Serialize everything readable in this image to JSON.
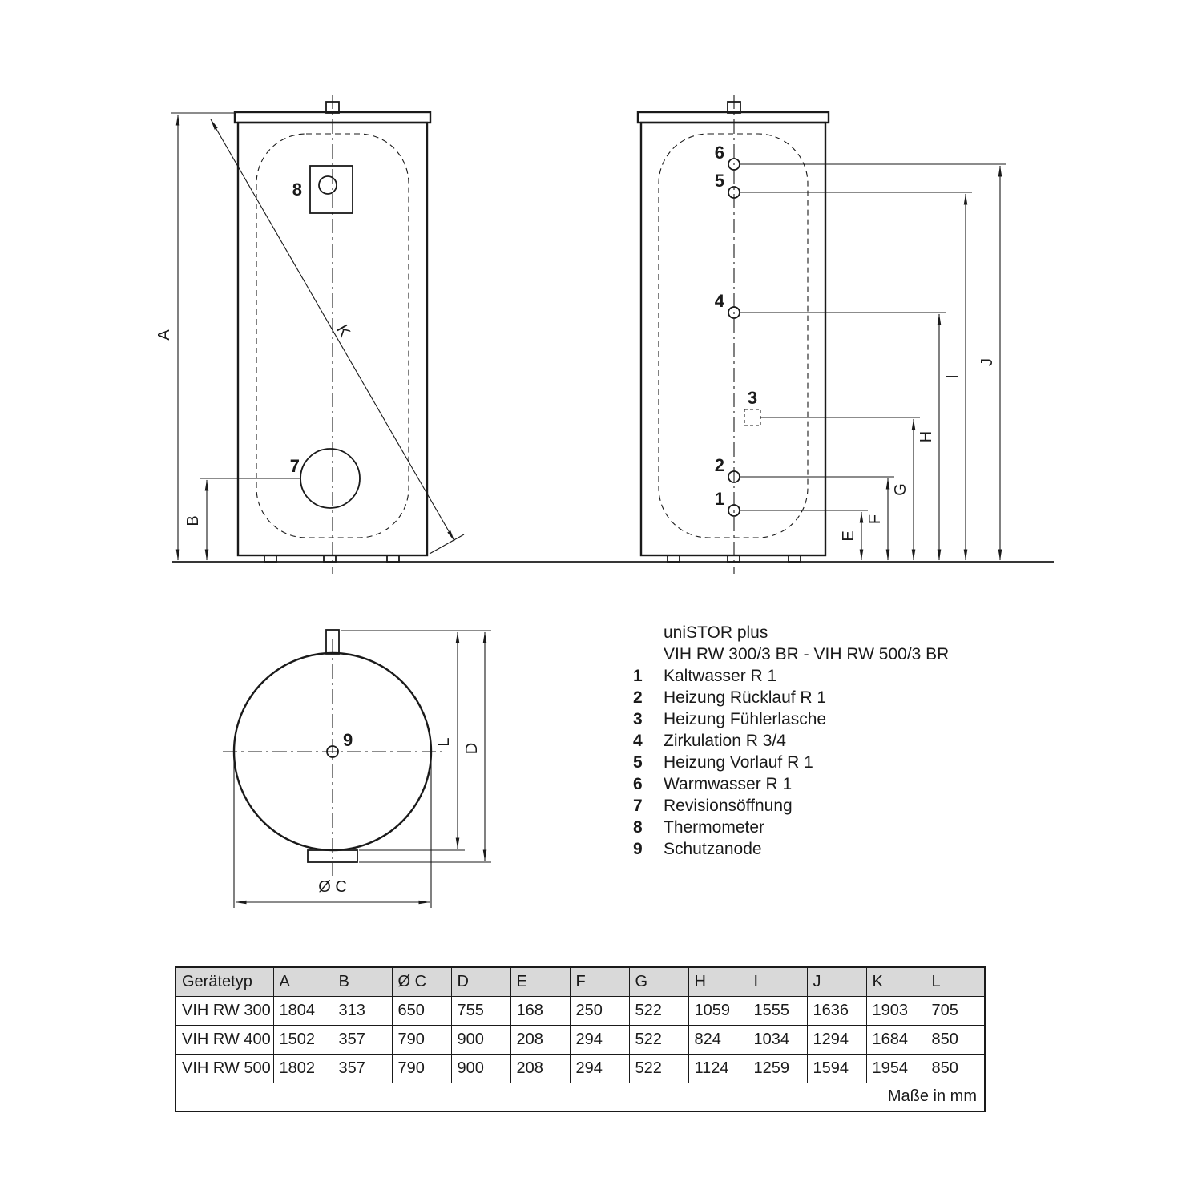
{
  "legend": {
    "title1": "uniSTOR plus",
    "title2": "VIH RW 300/3 BR - VIH RW 500/3 BR",
    "items": [
      {
        "num": "1",
        "label": "Kaltwasser R 1"
      },
      {
        "num": "2",
        "label": "Heizung Rücklauf R 1"
      },
      {
        "num": "3",
        "label": "Heizung Fühlerlasche"
      },
      {
        "num": "4",
        "label": "Zirkulation R 3/4"
      },
      {
        "num": "5",
        "label": "Heizung Vorlauf R 1"
      },
      {
        "num": "6",
        "label": "Warmwasser R 1"
      },
      {
        "num": "7",
        "label": "Revisionsöffnung"
      },
      {
        "num": "8",
        "label": "Thermometer"
      },
      {
        "num": "9",
        "label": "Schutzanode"
      }
    ]
  },
  "drawing": {
    "front_view": {
      "dims": {
        "A": "A",
        "B": "B",
        "K": "K"
      },
      "callouts": {
        "c7": "7",
        "c8": "8"
      }
    },
    "rear_view": {
      "callouts": {
        "c1": "1",
        "c2": "2",
        "c3": "3",
        "c4": "4",
        "c5": "5",
        "c6": "6"
      },
      "dims": {
        "E": "E",
        "F": "F",
        "G": "G",
        "H": "H",
        "I": "I",
        "J": "J"
      }
    },
    "top_view": {
      "callouts": {
        "c9": "9"
      },
      "dims": {
        "L": "L",
        "D": "D",
        "C": "Ø C"
      }
    }
  },
  "table": {
    "headers": [
      "Gerätetyp",
      "A",
      "B",
      "Ø C",
      "D",
      "E",
      "F",
      "G",
      "H",
      "I",
      "J",
      "K",
      "L"
    ],
    "rows": [
      {
        "cells": [
          "VIH RW 300",
          "1804",
          "313",
          "650",
          "755",
          "168",
          "250",
          "522",
          "1059",
          "1555",
          "1636",
          "1903",
          "705"
        ]
      },
      {
        "cells": [
          "VIH RW 400",
          "1502",
          "357",
          "790",
          "900",
          "208",
          "294",
          "522",
          "824",
          "1034",
          "1294",
          "1684",
          "850"
        ]
      },
      {
        "cells": [
          "VIH RW 500",
          "1802",
          "357",
          "790",
          "900",
          "208",
          "294",
          "522",
          "1124",
          "1259",
          "1594",
          "1954",
          "850"
        ]
      }
    ],
    "footer": "Maße in mm"
  }
}
